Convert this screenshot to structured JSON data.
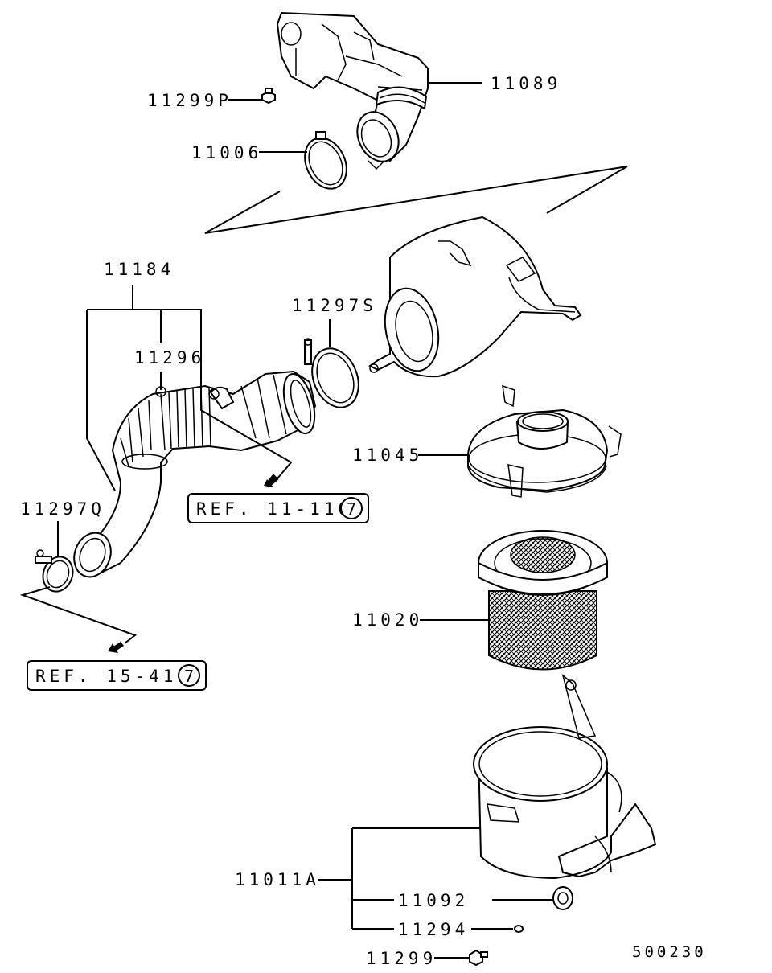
{
  "labels": {
    "p11089": "11089",
    "p11299P": "11299P",
    "p11006": "11006",
    "p11184": "11184",
    "p11296": "11296",
    "p11297S": "11297S",
    "p11045": "11045",
    "p11297Q": "11297Q",
    "p11020": "11020",
    "p11011A": "11011A",
    "p11092": "11092",
    "p11294": "11294",
    "p11299": "11299"
  },
  "refs": {
    "ref1_text": "REF. 11-110",
    "ref1_circle": "7",
    "ref2_text": "REF. 15-410",
    "ref2_circle": "7"
  },
  "diagram_code": "500230"
}
